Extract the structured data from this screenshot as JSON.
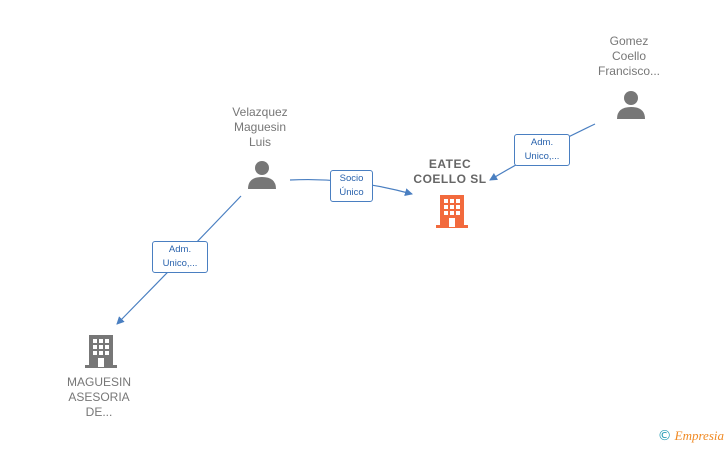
{
  "nodes": {
    "center": {
      "lines": [
        "EATEC",
        "COELLO  SL"
      ],
      "type": "company",
      "color": "#f26a3d"
    },
    "velazquez": {
      "lines": [
        "Velazquez",
        "Maguesin",
        "Luis"
      ],
      "type": "person",
      "color": "#777777"
    },
    "gomez": {
      "lines": [
        "Gomez",
        "Coello",
        "Francisco..."
      ],
      "type": "person",
      "color": "#777777"
    },
    "maguesin": {
      "lines": [
        "MAGUESIN",
        "ASESORIA",
        "DE..."
      ],
      "type": "company",
      "color": "#777777"
    }
  },
  "edges": {
    "velazquez_center": {
      "lines": [
        "Socio",
        "Único"
      ]
    },
    "gomez_center": {
      "lines": [
        "Adm.",
        "Unico,..."
      ]
    },
    "velazquez_maguesin": {
      "lines": [
        "Adm.",
        "Unico,..."
      ]
    }
  },
  "colors": {
    "edge": "#4a7fc1",
    "edge_text": "#2a63ad"
  },
  "brand": {
    "copyright_symbol": "©",
    "name": "Empresia"
  }
}
